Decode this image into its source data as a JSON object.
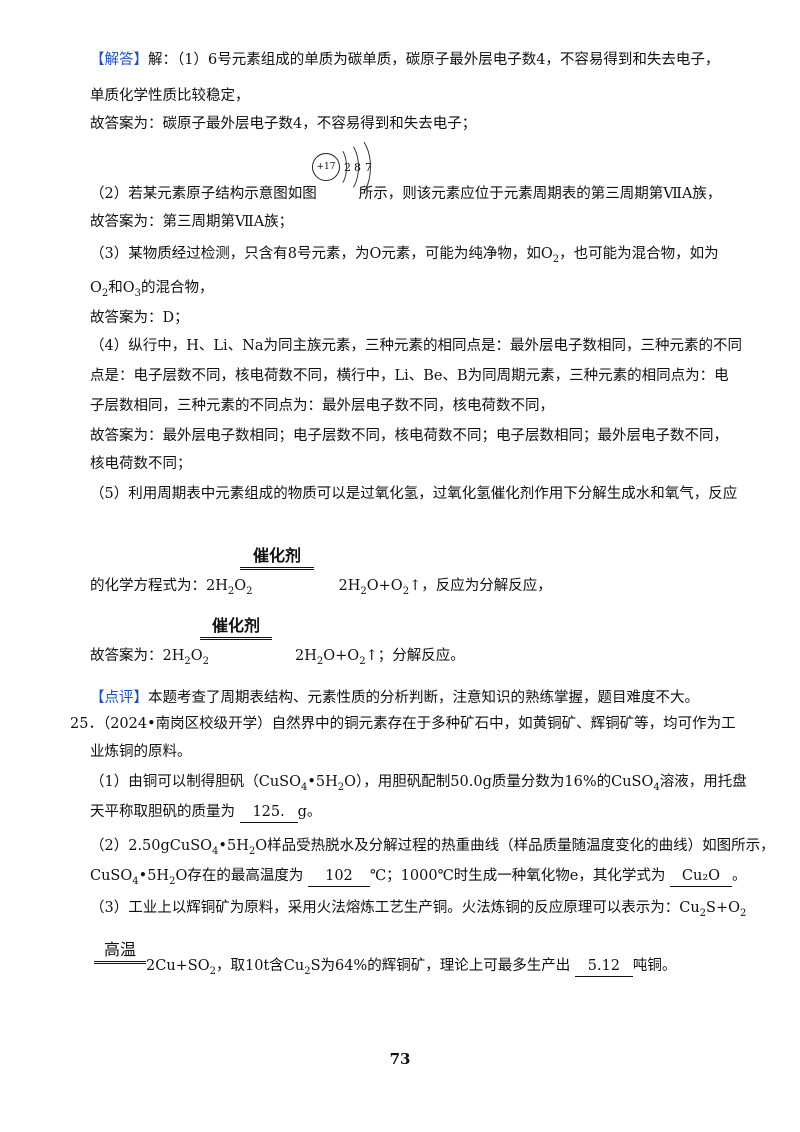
{
  "block1": {
    "tag": "【解答】",
    "l1_rest": "解：（1）6号元素组成的单质为碳单质，碳原子最外层电子数4，不容易得到和失去电子，",
    "l2": "单质化学性质比较稳定，",
    "l3": "故答案为：碳原子最外层电子数4，不容易得到和失去电子；"
  },
  "atom": {
    "nucleus": "+17",
    "s1": "2",
    "s2": "8",
    "s3": "7"
  },
  "block2": {
    "l1a": "（2）若某元素原子结构示意图如图",
    "l1b": "所示，则该元素应位于元素周期表的第三周期第ⅦA族，",
    "l2": "故答案为：第三周期第ⅦA族；"
  },
  "block3": {
    "l1a": "（3）某物质经过检测，只含有8号元素，为O元素，可能为纯净物，如O",
    "l1sub": "2",
    "l1b": "，也可能为混合物，如为",
    "l2a": "O",
    "l2sub1": "2",
    "l2b": "和O",
    "l2sub2": "3",
    "l2c": "的混合物，",
    "l3": "故答案为：D；"
  },
  "block4": {
    "l1": "（4）纵行中，H、Li、Na为同主族元素，三种元素的相同点是：最外层电子数相同，三种元素的不同",
    "l2": "点是：电子层数不同，核电荷数不同，横行中，Li、Be、B为同周期元素，三种元素的相同点为：电",
    "l3": "子层数相同，三种元素的不同点为：最外层电子数不同，核电荷数不同，",
    "l4": "故答案为：最外层电子数相同；电子层数不同，核电荷数不同；电子层数相同；最外层电子数不同，",
    "l5": "核电荷数不同；"
  },
  "block5": {
    "l1": "（5）利用周期表中元素组成的物质可以是过氧化氢，过氧化氢催化剂作用下分解生成水和氧气，反应",
    "catalyst": "催化剂",
    "eq1_pre": "的化学方程式为：2H",
    "eq1_post": "，反应为分解反应，",
    "eq2_pre": "故答案为：2H",
    "eq2_post": "；分解反应。",
    "h2o2_sub": "2",
    "o2_tail": "O",
    "prod_a": "2H",
    "prod_b": "O+O",
    "arrow": "↑"
  },
  "comment": {
    "tag": "【点评】",
    "text": "本题考查了周期表结构、元素性质的分析判断，注意知识的熟练掌握，题目难度不大。"
  },
  "q25": {
    "l1": "25．（2024•南岗区校级开学）自然界中的铜元素存在于多种矿石中，如黄铜矿、辉铜矿等，均可作为工",
    "l2": "业炼铜的原料。",
    "p1a": "（1）由铜可以制得胆矾（CuSO",
    "p1b": "•5H",
    "p1c": "O），用胆矾配制50.0g质量分数为16%的CuSO",
    "p1d": "溶液，用托盘",
    "p1e": "天平称取胆矾的质量为",
    "ans1": "125.",
    "p1f": "g。",
    "p2a": "（2）2.50gCuSO",
    "p2b": "•5H",
    "p2c": "O样品受热脱水及分解过程的热重曲线（样品质量随温度变化的曲线）如图所示，",
    "p2d": "CuSO",
    "p2e": "•5H",
    "p2f": "O存在的最高温度为",
    "ans2": "102",
    "p2g": "℃；1000℃时生成一种氧化物e，其化学式为",
    "ans3": "Cu₂O",
    "p2h": "。",
    "p3a": "（3）工业上以辉铜矿为原料，采用火法熔炼工艺生产铜。火法炼铜的反应原理可以表示为：Cu",
    "p3b": "S+O",
    "gaowen": "高温",
    "p3c": "2Cu+SO",
    "p3d": "，取10t含Cu",
    "p3e": "S为64%的辉铜矿，理论上可最多生产出",
    "ans4": "5.12",
    "p3f": "吨铜。",
    "sub2": "2",
    "sub4": "4"
  },
  "page_number": "73"
}
